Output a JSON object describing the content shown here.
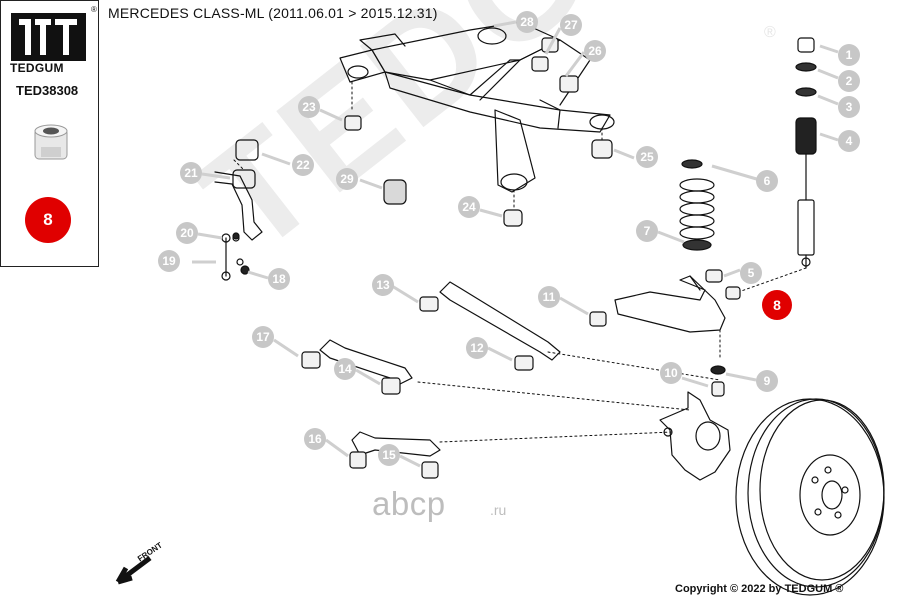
{
  "brand": {
    "name": "TEDGUM",
    "reg_mark": "®"
  },
  "part": {
    "code": "TED38308",
    "badge": "8"
  },
  "vehicle": {
    "title": "MERCEDES CLASS-ML  (2011.06.01 > 2015.12.31)"
  },
  "watermark": {
    "text": "TEDGUM",
    "reg_mark": "®"
  },
  "site": {
    "name": "abcp",
    "tld": ".ru"
  },
  "footer": {
    "copyright": "Copyright © 2022 by TEDGUM ®"
  },
  "direction": {
    "label": "FRONT"
  },
  "colors": {
    "highlight": "#e00000",
    "callout": "#c7c7c7",
    "line": "#111111",
    "watermark": "#ececec"
  },
  "callouts": [
    {
      "id": "1",
      "label": "1",
      "highlight": false
    },
    {
      "id": "2",
      "label": "2",
      "highlight": false
    },
    {
      "id": "3",
      "label": "3",
      "highlight": false
    },
    {
      "id": "4",
      "label": "4",
      "highlight": false
    },
    {
      "id": "5",
      "label": "5",
      "highlight": false
    },
    {
      "id": "6",
      "label": "6",
      "highlight": false
    },
    {
      "id": "7",
      "label": "7",
      "highlight": false
    },
    {
      "id": "8",
      "label": "8",
      "highlight": true
    },
    {
      "id": "9",
      "label": "9",
      "highlight": false
    },
    {
      "id": "10",
      "label": "10",
      "highlight": false
    },
    {
      "id": "11",
      "label": "11",
      "highlight": false
    },
    {
      "id": "12",
      "label": "12",
      "highlight": false
    },
    {
      "id": "13",
      "label": "13",
      "highlight": false
    },
    {
      "id": "14",
      "label": "14",
      "highlight": false
    },
    {
      "id": "15",
      "label": "15",
      "highlight": false
    },
    {
      "id": "16",
      "label": "16",
      "highlight": false
    },
    {
      "id": "17",
      "label": "17",
      "highlight": false
    },
    {
      "id": "18",
      "label": "18",
      "highlight": false
    },
    {
      "id": "19",
      "label": "19",
      "highlight": false
    },
    {
      "id": "20",
      "label": "20",
      "highlight": false
    },
    {
      "id": "21",
      "label": "21",
      "highlight": false
    },
    {
      "id": "22",
      "label": "22",
      "highlight": false
    },
    {
      "id": "23",
      "label": "23",
      "highlight": false
    },
    {
      "id": "24",
      "label": "24",
      "highlight": false
    },
    {
      "id": "25",
      "label": "25",
      "highlight": false
    },
    {
      "id": "26",
      "label": "26",
      "highlight": false
    },
    {
      "id": "27",
      "label": "27",
      "highlight": false
    },
    {
      "id": "28",
      "label": "28",
      "highlight": false
    },
    {
      "id": "29",
      "label": "29",
      "highlight": false
    }
  ]
}
